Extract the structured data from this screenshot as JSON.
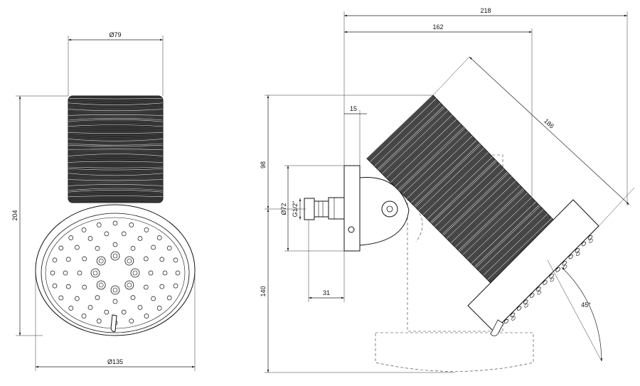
{
  "front_view": {
    "dim_top": "Ø79",
    "dim_height": "204",
    "dim_bottom": "Ø135"
  },
  "side_view": {
    "dim_total_width": "218",
    "dim_inner_width": "162",
    "dim_flange": "15",
    "dim_upper_height": "98",
    "dim_lower_height": "140",
    "dim_flange_dia": "Ø72",
    "dim_thread": "G1/2\"",
    "dim_depth": "31",
    "dim_body_length": "186",
    "dim_angle": "45°"
  }
}
